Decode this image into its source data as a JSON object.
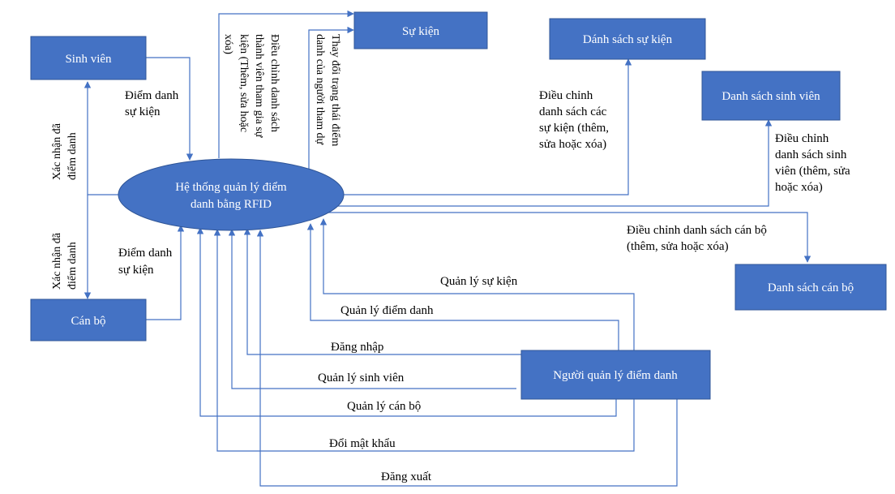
{
  "colors": {
    "node_fill": "#4472c4",
    "node_stroke": "#2f5597",
    "line": "#4472c4",
    "text_on_node": "#ffffff",
    "label_text": "#000000"
  },
  "nodes": {
    "center": [
      "Hệ thống quản lý điểm",
      "danh bằng RFID"
    ],
    "sinh_vien": "Sinh viên",
    "can_bo": "Cán bộ",
    "su_kien": "Sự kiện",
    "ds_su_kien": "Dánh sách sự kiện",
    "ds_sinh_vien": "Danh sách sinh viên",
    "ds_can_bo": "Danh sách cán bộ",
    "nguoi_quan_ly": "Người quản lý điểm danh"
  },
  "labels": {
    "sv_diem_danh": [
      "Điểm danh",
      "sự kiện"
    ],
    "sv_xac_nhan": [
      "Xác nhận đã",
      "điểm danh"
    ],
    "cb_xac_nhan": [
      "Xác nhận đã",
      "điểm danh"
    ],
    "cb_diem_danh": [
      "Điểm danh",
      "sự kiện"
    ],
    "dieu_chinh_thanh_vien": [
      "Điều chỉnh danh sách",
      "thành viên tham gia sự",
      "kiện (Thêm, sửa hoặc",
      "xóa)"
    ],
    "thay_doi_trang_thai": [
      "Thay đổi trạng thái điểm",
      "danh của người tham dự"
    ],
    "dc_su_kien": [
      "Điều chỉnh",
      "danh sách các",
      "sự kiện (thêm,",
      "sửa hoặc xóa)"
    ],
    "dc_sinh_vien": [
      "Điều chỉnh",
      "danh sách sinh",
      "viên (thêm, sửa",
      "hoặc xóa)"
    ],
    "dc_can_bo": [
      "Điều chỉnh danh sách cán bộ",
      "(thêm, sửa hoặc xóa)"
    ],
    "ql_su_kien": "Quản lý sự kiện",
    "ql_diem_danh": "Quản lý điểm danh",
    "dang_nhap": "Đăng nhập",
    "ql_sinh_vien": "Quản lý sinh viên",
    "ql_can_bo": "Quản lý cán bộ",
    "doi_mat_khau": "Đổi mật khẩu",
    "dang_xuat": "Đăng xuất"
  }
}
